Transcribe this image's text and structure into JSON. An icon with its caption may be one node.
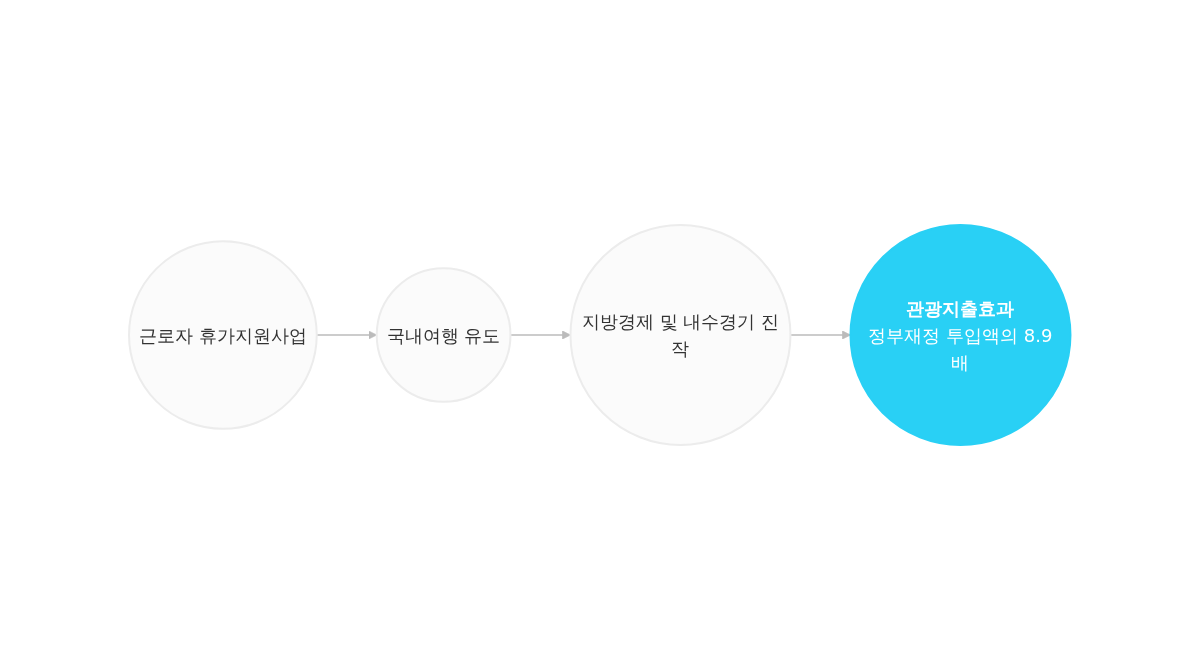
{
  "diagram": {
    "nodes": [
      {
        "text": [
          "근로자 휴가지원사업"
        ]
      },
      {
        "text": [
          "국내여행 유도"
        ]
      },
      {
        "text": [
          "지방경제 및 내수경기 진작"
        ]
      },
      {
        "text": [
          "관광지출효과",
          "정부재정 투입액의 8.9배"
        ]
      }
    ],
    "edges": [
      {
        "from": 0,
        "to": 1,
        "arrow": "to"
      },
      {
        "from": 1,
        "to": 2,
        "arrow": "to"
      },
      {
        "from": 2,
        "to": 3,
        "arrow": "to"
      }
    ]
  }
}
